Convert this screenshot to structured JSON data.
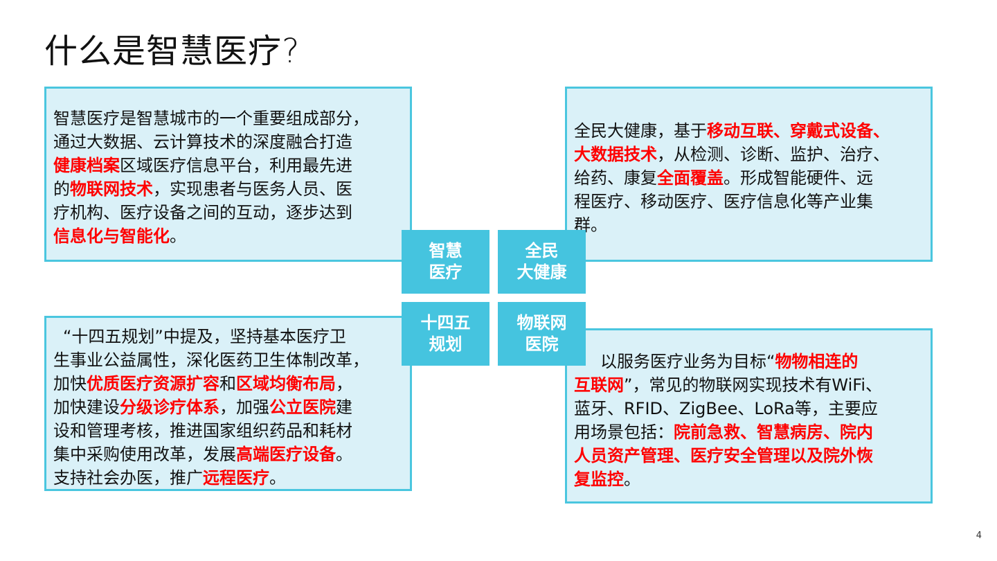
{
  "title": "什么是智慧医疗?",
  "page_number": "4",
  "colors": {
    "accent": "#45c4df",
    "box_fill": "#daf1f8",
    "highlight": "#ff0000"
  },
  "center": [
    {
      "line1": "智慧",
      "line2": "医疗"
    },
    {
      "line1": "全民",
      "line2": "大健康"
    },
    {
      "line1": "十四五",
      "line2": "规划"
    },
    {
      "line1": "物联网",
      "line2": "医院"
    }
  ],
  "boxes": [
    {
      "lines": [
        [
          [
            "智慧医疗是智慧城市的一个重要组成部分，",
            false
          ]
        ],
        [
          [
            "通过大数据、云计算技术的深度融合打造",
            false
          ]
        ],
        [
          [
            "健康档案",
            true
          ],
          [
            "区域医疗信息平台，利用最先进",
            false
          ]
        ],
        [
          [
            "的",
            false
          ],
          [
            "物联网技术",
            true
          ],
          [
            "，实现患者与医务人员、医",
            false
          ]
        ],
        [
          [
            "疗机构、医疗设备之间的互动，逐步达到",
            false
          ]
        ],
        [
          [
            "信息化与智能化",
            true
          ],
          [
            "。",
            false
          ]
        ]
      ]
    },
    {
      "lines": [
        [
          [
            "全民大健康，基于",
            false
          ],
          [
            "移动互联、穿戴式设备、",
            true
          ]
        ],
        [
          [
            "大数据技术",
            true
          ],
          [
            "，从检测、诊断、监护、治疗、",
            false
          ]
        ],
        [
          [
            "给药、康复",
            false
          ],
          [
            "全面覆盖",
            true
          ],
          [
            "。形成智能硬件、远",
            false
          ]
        ],
        [
          [
            "程医疗、移动医疗、医疗信息化等产业集",
            false
          ]
        ],
        [
          [
            "群。",
            false
          ]
        ]
      ]
    },
    {
      "lines": [
        [
          [
            "  “十四五规划”中提及，坚持基本医疗卫",
            false
          ]
        ],
        [
          [
            "生事业公益属性，深化医药卫生体制改革，",
            false
          ]
        ],
        [
          [
            "加快",
            false
          ],
          [
            "优质医疗资源扩容",
            true
          ],
          [
            "和",
            false
          ],
          [
            "区域均衡布局",
            true
          ],
          [
            "，",
            false
          ]
        ],
        [
          [
            "加快建设",
            false
          ],
          [
            "分级诊疗体系",
            true
          ],
          [
            "，加强",
            false
          ],
          [
            "公立医院",
            true
          ],
          [
            "建",
            false
          ]
        ],
        [
          [
            "设和管理考核，推进国家组织药品和耗材",
            false
          ]
        ],
        [
          [
            "集中采购使用改革，发展",
            false
          ],
          [
            "高端医疗设备",
            true
          ],
          [
            "。",
            false
          ]
        ],
        [
          [
            "支持社会办医，推广",
            false
          ],
          [
            "远程医疗",
            true
          ],
          [
            "。",
            false
          ]
        ]
      ]
    },
    {
      "lines": [
        [
          [
            "    以服务医疗业务为目标“",
            false
          ],
          [
            "物物相连的",
            true
          ]
        ],
        [
          [
            "互联网",
            true
          ],
          [
            "”，常见的物联网实现技术有WiFi、",
            false
          ]
        ],
        [
          [
            "蓝牙、RFID、ZigBee、LoRa等，主要应",
            false
          ]
        ],
        [
          [
            "用场景包括：",
            false
          ],
          [
            "院前急救、智慧病房、院内",
            true
          ]
        ],
        [
          [
            "人员资产管理、医疗安全管理以及院外恢",
            true
          ]
        ],
        [
          [
            "复监控",
            true
          ],
          [
            "。",
            false
          ]
        ]
      ]
    }
  ]
}
